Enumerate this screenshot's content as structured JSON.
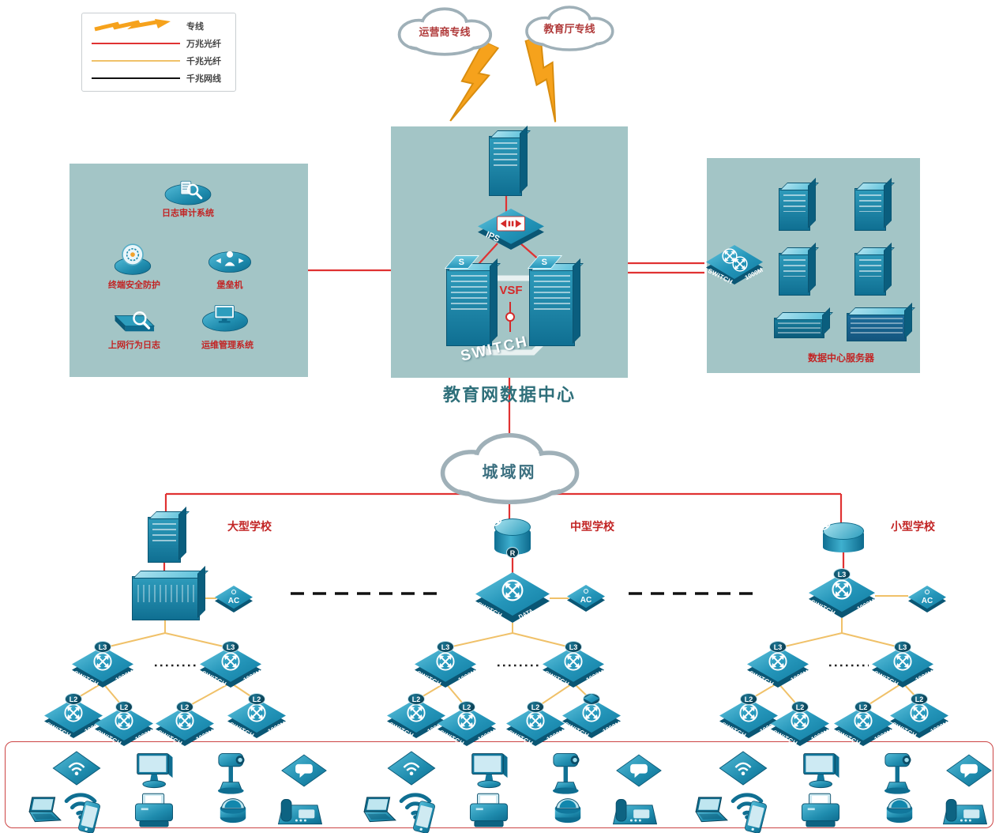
{
  "legend": {
    "items": [
      {
        "id": "dedicated",
        "label": "专线"
      },
      {
        "id": "fiber10g",
        "label": "万兆光纤"
      },
      {
        "id": "fiber1g",
        "label": "千兆光纤"
      },
      {
        "id": "cable1g",
        "label": "千兆网线"
      }
    ]
  },
  "clouds": {
    "carrier": "运营商专线",
    "education": "教育厅专线",
    "man": "城域网"
  },
  "core": {
    "title": "教育网数据中心",
    "vsf": "VSF",
    "switch_word": "SWITCH",
    "ips": "IPS",
    "s_badge": "S"
  },
  "security": {
    "items": [
      "日志审计系统",
      "终端安全防护",
      "堡垒机",
      "上网行为日志",
      "运维管理系统"
    ]
  },
  "servers": {
    "caption": "数据中心服务器"
  },
  "labels": {
    "switch": "SWITCH",
    "speed": "1000M",
    "l3": "L3",
    "l2": "L2",
    "ac": "AC",
    "r": "R",
    "data_center": "DATA CENTER"
  },
  "schools": [
    {
      "name": "大型学校"
    },
    {
      "name": "中型学校"
    },
    {
      "name": "小型学校"
    }
  ],
  "colors": {
    "teal_panel": "#a3c5c6",
    "device_teal": "#1f8cae",
    "red_line": "#e03232",
    "yellow_line": "#f0c169",
    "black_line": "#111111",
    "label_red": "#c22525",
    "title_teal": "#2e6f7a",
    "bolt_orange": "#f6a21c"
  }
}
